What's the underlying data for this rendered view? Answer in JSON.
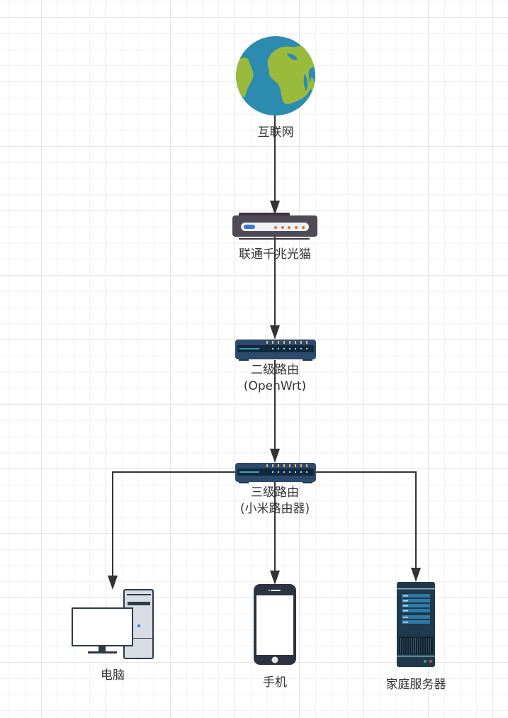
{
  "diagram": {
    "type": "network-topology",
    "colors": {
      "edge": "#333333",
      "label": "#333333",
      "globe_ocean": "#2e8bb0",
      "globe_land": "#9aba3c",
      "modem_body": "#4f4a55",
      "router_body": "#2c4a6b",
      "device_dark": "#2d3340",
      "server_body": "#1e3a4c"
    },
    "nodes": [
      {
        "id": "internet",
        "label": "互联网",
        "icon": "globe-icon"
      },
      {
        "id": "modem",
        "label": "联通千兆光猫",
        "icon": "modem-icon"
      },
      {
        "id": "router2",
        "label": "二级路由",
        "sublabel": "(OpenWrt)",
        "icon": "router-icon"
      },
      {
        "id": "router3",
        "label": "三级路由",
        "sublabel": "(小米路由器)",
        "icon": "router-icon"
      },
      {
        "id": "pc",
        "label": "电脑",
        "icon": "desktop-computer-icon"
      },
      {
        "id": "phone",
        "label": "手机",
        "icon": "smartphone-icon"
      },
      {
        "id": "server",
        "label": "家庭服务器",
        "icon": "server-icon"
      }
    ],
    "edges": [
      {
        "from": "internet",
        "to": "modem"
      },
      {
        "from": "modem",
        "to": "router2"
      },
      {
        "from": "router2",
        "to": "router3"
      },
      {
        "from": "router3",
        "to": "pc"
      },
      {
        "from": "router3",
        "to": "phone"
      },
      {
        "from": "router3",
        "to": "server"
      }
    ]
  }
}
